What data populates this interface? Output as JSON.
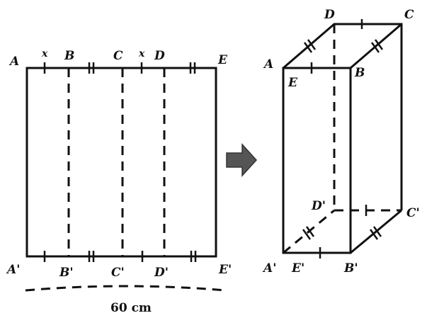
{
  "left_figure": {
    "top_labels": [
      "A",
      "B",
      "C",
      "D",
      "E"
    ],
    "bottom_labels": [
      "A'",
      "B'",
      "C'",
      "D'",
      "E'"
    ],
    "segment_labels": [
      "x",
      "x"
    ],
    "width_label": "60 cm"
  },
  "right_figure": {
    "vertex_labels": [
      "A",
      "B",
      "C",
      "D",
      "E",
      "A'",
      "B'",
      "C'",
      "D'",
      "E'"
    ]
  },
  "colors": {
    "arrow": "#555555",
    "ink": "#111111"
  }
}
